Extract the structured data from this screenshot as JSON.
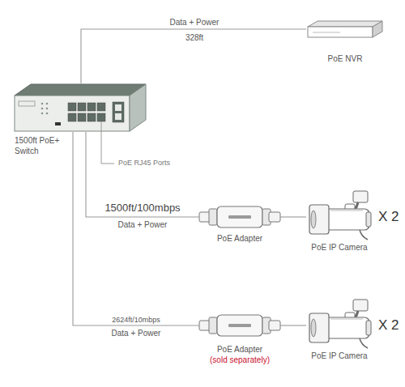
{
  "diagram": {
    "nodes": [
      {
        "text": [
          "1500ft PoE+ Switch"
        ]
      },
      {
        "text": [
          "PoE NVR"
        ]
      },
      {
        "text": [
          "PoE Adapter"
        ]
      },
      {
        "text": [
          "PoE IP Camera"
        ]
      },
      {
        "text": [
          "PoE Adapter",
          "(sold separately)"
        ]
      },
      {
        "text": [
          "PoE IP Camera"
        ]
      }
    ],
    "edges": [
      {
        "from": 0,
        "to": 1,
        "arrow": "none",
        "label": "Data + Power"
      },
      {
        "from": 0,
        "to": 2,
        "arrow": "none",
        "label": "Data + Power"
      },
      {
        "from": 2,
        "to": 3,
        "arrow": "none"
      },
      {
        "from": 0,
        "to": 4,
        "arrow": "none",
        "label": "Data + Power"
      },
      {
        "from": 4,
        "to": 5,
        "arrow": "none"
      }
    ],
    "labels": [
      "328ft",
      "1500ft/100mbps",
      "PoE RJ45 Ports",
      "X 2",
      "2624ft/10mbps",
      "X 2"
    ]
  }
}
